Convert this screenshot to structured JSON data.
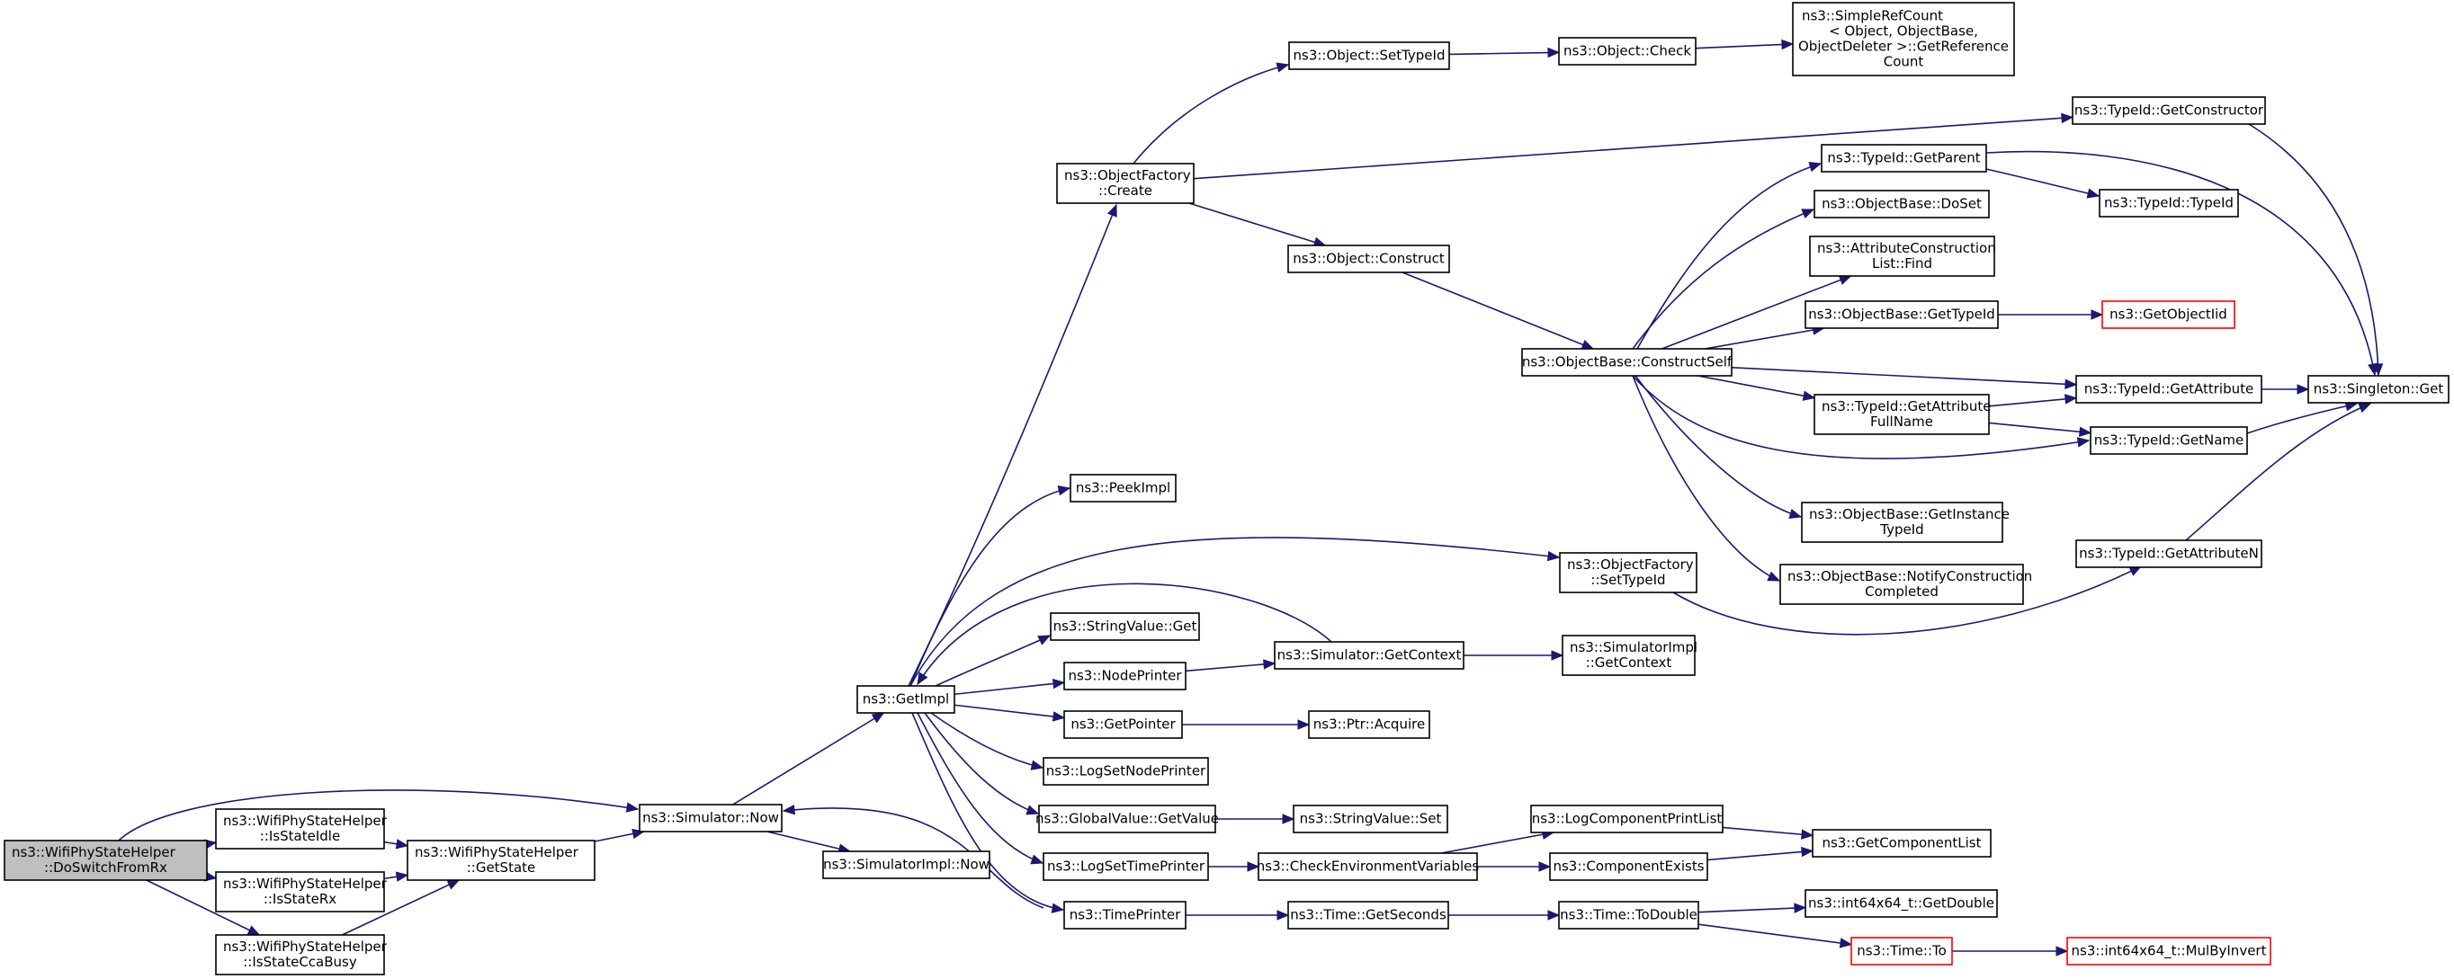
{
  "graph": {
    "colors": {
      "edge": "#191970",
      "node_border": "#000000",
      "root_fill": "#bfbfbf",
      "truncated_border": "#ff0000",
      "node_fill": "#ffffff"
    },
    "nodes": [
      {
        "id": "doswitch",
        "lines": [
          "ns3::WifiPhyStateHelper",
          "::DoSwitchFromRx"
        ],
        "root": true
      },
      {
        "id": "isstateidle",
        "lines": [
          "ns3::WifiPhyStateHelper",
          "::IsStateIdle"
        ]
      },
      {
        "id": "isstaterx",
        "lines": [
          "ns3::WifiPhyStateHelper",
          "::IsStateRx"
        ]
      },
      {
        "id": "isstatecca",
        "lines": [
          "ns3::WifiPhyStateHelper",
          "::IsStateCcaBusy"
        ]
      },
      {
        "id": "getstate",
        "lines": [
          "ns3::WifiPhyStateHelper",
          "::GetState"
        ]
      },
      {
        "id": "simnow",
        "lines": [
          "ns3::Simulator::Now"
        ]
      },
      {
        "id": "simimplnow",
        "lines": [
          "ns3::SimulatorImpl::Now"
        ]
      },
      {
        "id": "getimpl",
        "lines": [
          "ns3::GetImpl"
        ]
      },
      {
        "id": "ofcreate",
        "lines": [
          "ns3::ObjectFactory",
          "::Create"
        ]
      },
      {
        "id": "peekimpl",
        "lines": [
          "ns3::PeekImpl"
        ]
      },
      {
        "id": "strvalget",
        "lines": [
          "ns3::StringValue::Get"
        ]
      },
      {
        "id": "nodeprinter",
        "lines": [
          "ns3::NodePrinter"
        ]
      },
      {
        "id": "getpointer",
        "lines": [
          "ns3::GetPointer"
        ]
      },
      {
        "id": "logsetnode",
        "lines": [
          "ns3::LogSetNodePrinter"
        ]
      },
      {
        "id": "gvgetvalue",
        "lines": [
          "ns3::GlobalValue::GetValue"
        ]
      },
      {
        "id": "logsettime",
        "lines": [
          "ns3::LogSetTimePrinter"
        ]
      },
      {
        "id": "timeprinter",
        "lines": [
          "ns3::TimePrinter"
        ]
      },
      {
        "id": "objsettypeid",
        "lines": [
          "ns3::Object::SetTypeId"
        ]
      },
      {
        "id": "objconstruct",
        "lines": [
          "ns3::Object::Construct"
        ]
      },
      {
        "id": "ofsettypeid",
        "lines": [
          "ns3::ObjectFactory",
          "::SetTypeId"
        ]
      },
      {
        "id": "simgetcontext",
        "lines": [
          "ns3::Simulator::GetContext"
        ]
      },
      {
        "id": "ptracquire",
        "lines": [
          "ns3::Ptr::Acquire"
        ]
      },
      {
        "id": "strvalset",
        "lines": [
          "ns3::StringValue::Set"
        ]
      },
      {
        "id": "checkenv",
        "lines": [
          "ns3::CheckEnvironmentVariables"
        ]
      },
      {
        "id": "timegetseconds",
        "lines": [
          "ns3::Time::GetSeconds"
        ]
      },
      {
        "id": "objcheck",
        "lines": [
          "ns3::Object::Check"
        ]
      },
      {
        "id": "obconstructself",
        "lines": [
          "ns3::ObjectBase::ConstructSelf"
        ]
      },
      {
        "id": "simimplgetcontext",
        "lines": [
          "ns3::SimulatorImpl",
          "::GetContext"
        ]
      },
      {
        "id": "logcompprint",
        "lines": [
          "ns3::LogComponentPrintList"
        ]
      },
      {
        "id": "compexists",
        "lines": [
          "ns3::ComponentExists"
        ]
      },
      {
        "id": "timetodouble",
        "lines": [
          "ns3::Time::ToDouble"
        ]
      },
      {
        "id": "refcount",
        "lines": [
          "ns3::SimpleRefCount",
          "< Object, ObjectBase,",
          " ObjectDeleter >::GetReference",
          "Count"
        ]
      },
      {
        "id": "tidgetparent",
        "lines": [
          "ns3::TypeId::GetParent"
        ]
      },
      {
        "id": "obdoset",
        "lines": [
          "ns3::ObjectBase::DoSet"
        ]
      },
      {
        "id": "acfind",
        "lines": [
          "ns3::AttributeConstruction",
          "List::Find"
        ]
      },
      {
        "id": "obgettypeid",
        "lines": [
          "ns3::ObjectBase::GetTypeId"
        ]
      },
      {
        "id": "tidgetattrfull",
        "lines": [
          "ns3::TypeId::GetAttribute",
          "FullName"
        ]
      },
      {
        "id": "obgetinst",
        "lines": [
          "ns3::ObjectBase::GetInstance",
          "TypeId"
        ]
      },
      {
        "id": "obnotify",
        "lines": [
          "ns3::ObjectBase::NotifyConstruction",
          "Completed"
        ]
      },
      {
        "id": "getcomplist",
        "lines": [
          "ns3::GetComponentList"
        ]
      },
      {
        "id": "i64getdouble",
        "lines": [
          "ns3::int64x64_t::GetDouble"
        ]
      },
      {
        "id": "timeto",
        "lines": [
          "ns3::Time::To"
        ],
        "truncated": true
      },
      {
        "id": "tidgetconstructor",
        "lines": [
          "ns3::TypeId::GetConstructor"
        ]
      },
      {
        "id": "tidtypeid",
        "lines": [
          "ns3::TypeId::TypeId"
        ]
      },
      {
        "id": "getobjectiid",
        "lines": [
          "ns3::GetObjectIid"
        ],
        "truncated": true
      },
      {
        "id": "tidgetattr",
        "lines": [
          "ns3::TypeId::GetAttribute"
        ]
      },
      {
        "id": "tidgetname",
        "lines": [
          "ns3::TypeId::GetName"
        ]
      },
      {
        "id": "tidgetattrn",
        "lines": [
          "ns3::TypeId::GetAttributeN"
        ]
      },
      {
        "id": "i64mulbyinvert",
        "lines": [
          "ns3::int64x64_t::MulByInvert"
        ],
        "truncated": true
      },
      {
        "id": "singletonget",
        "lines": [
          "ns3::Singleton::Get"
        ]
      }
    ],
    "edges": [
      [
        "doswitch",
        "isstateidle"
      ],
      [
        "doswitch",
        "isstaterx"
      ],
      [
        "doswitch",
        "isstatecca"
      ],
      [
        "doswitch",
        "simnow"
      ],
      [
        "isstateidle",
        "getstate"
      ],
      [
        "isstaterx",
        "getstate"
      ],
      [
        "isstatecca",
        "getstate"
      ],
      [
        "getstate",
        "simnow"
      ],
      [
        "simnow",
        "getimpl"
      ],
      [
        "simnow",
        "simimplnow"
      ],
      [
        "getimpl",
        "ofcreate"
      ],
      [
        "getimpl",
        "peekimpl"
      ],
      [
        "getimpl",
        "ofsettypeid"
      ],
      [
        "getimpl",
        "strvalget"
      ],
      [
        "getimpl",
        "nodeprinter"
      ],
      [
        "getimpl",
        "getpointer"
      ],
      [
        "getimpl",
        "logsetnode"
      ],
      [
        "getimpl",
        "gvgetvalue"
      ],
      [
        "getimpl",
        "logsettime"
      ],
      [
        "getimpl",
        "timeprinter"
      ],
      [
        "ofcreate",
        "objsettypeid"
      ],
      [
        "ofcreate",
        "tidgetconstructor"
      ],
      [
        "ofcreate",
        "objconstruct"
      ],
      [
        "objsettypeid",
        "objcheck"
      ],
      [
        "objcheck",
        "refcount"
      ],
      [
        "objconstruct",
        "obconstructself"
      ],
      [
        "obconstructself",
        "tidgetparent"
      ],
      [
        "obconstructself",
        "obdoset"
      ],
      [
        "obconstructself",
        "acfind"
      ],
      [
        "obconstructself",
        "obgettypeid"
      ],
      [
        "obconstructself",
        "tidgetattr"
      ],
      [
        "obconstructself",
        "tidgetattrfull"
      ],
      [
        "obconstructself",
        "tidgetname"
      ],
      [
        "obconstructself",
        "obgetinst"
      ],
      [
        "obconstructself",
        "obnotify"
      ],
      [
        "tidgetparent",
        "tidtypeid"
      ],
      [
        "tidgetparent",
        "singletonget"
      ],
      [
        "obgettypeid",
        "getobjectiid"
      ],
      [
        "tidgetattrfull",
        "tidgetattr"
      ],
      [
        "tidgetattrfull",
        "tidgetname"
      ],
      [
        "tidgetattr",
        "singletonget"
      ],
      [
        "tidgetname",
        "singletonget"
      ],
      [
        "tidgetattrn",
        "singletonget"
      ],
      [
        "tidgetconstructor",
        "singletonget"
      ],
      [
        "ofsettypeid",
        "tidgetattrn"
      ],
      [
        "simgetcontext",
        "getimpl"
      ],
      [
        "nodeprinter",
        "simgetcontext"
      ],
      [
        "simgetcontext",
        "simimplgetcontext"
      ],
      [
        "getpointer",
        "ptracquire"
      ],
      [
        "gvgetvalue",
        "strvalset"
      ],
      [
        "logsettime",
        "checkenv"
      ],
      [
        "checkenv",
        "logcompprint"
      ],
      [
        "checkenv",
        "compexists"
      ],
      [
        "logcompprint",
        "getcomplist"
      ],
      [
        "compexists",
        "getcomplist"
      ],
      [
        "timeprinter",
        "simnow"
      ],
      [
        "timeprinter",
        "timegetseconds"
      ],
      [
        "timegetseconds",
        "timetodouble"
      ],
      [
        "timetodouble",
        "i64getdouble"
      ],
      [
        "timetodouble",
        "timeto"
      ],
      [
        "timeto",
        "i64mulbyinvert"
      ]
    ]
  }
}
